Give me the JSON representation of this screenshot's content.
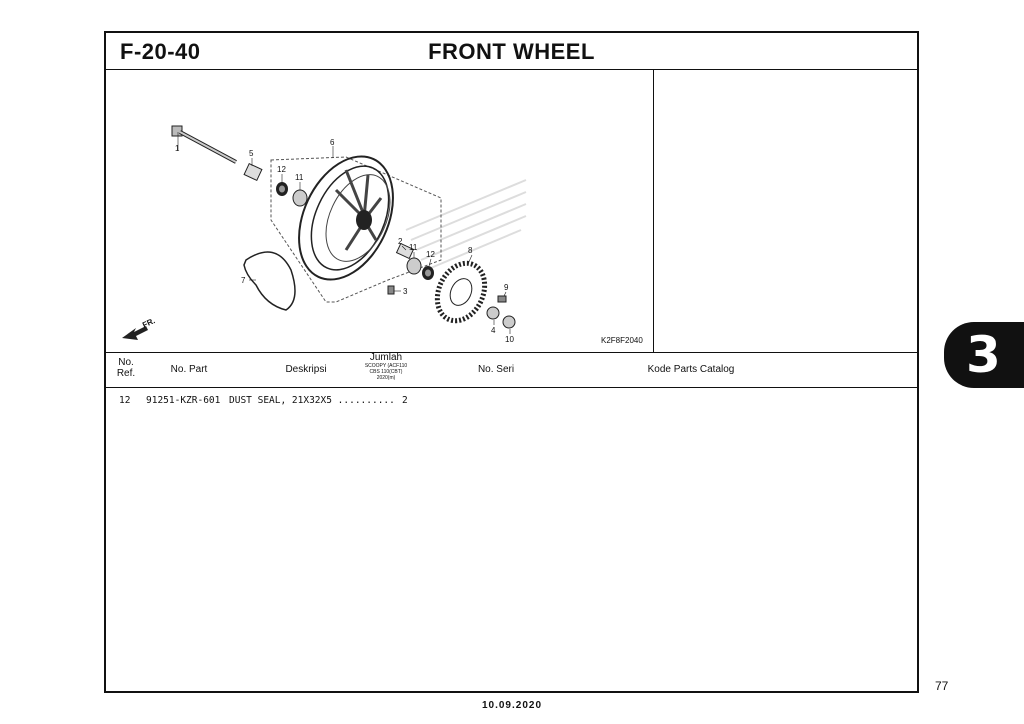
{
  "header": {
    "code": "F-20-40",
    "title": "FRONT WHEEL"
  },
  "diagram": {
    "callouts": [
      "1",
      "5",
      "6",
      "12",
      "11",
      "2",
      "11",
      "12",
      "8",
      "9",
      "7",
      "3",
      "4",
      "10"
    ],
    "direction_label": "FR.",
    "figure_code": "K2F8F2040"
  },
  "table": {
    "headers": {
      "no_ref": "No.\nRef.",
      "no_part": "No. Part",
      "deskripsi": "Deskripsi",
      "jumlah": "Jumlah",
      "jumlah_sub": [
        "SCOOPY (ACF110",
        "CBS 110(CBT)",
        "2020(m)"
      ],
      "no_seri": "No. Seri",
      "kode": "Kode Parts Catalog"
    },
    "rows": [
      {
        "ref": "12",
        "part_no": "91251-KZR-601",
        "description": "DUST SEAL, 21X32X5 ..........",
        "qty": "2"
      }
    ]
  },
  "footer": {
    "page_number": "77",
    "date": "10.09.2020",
    "section_tab": "3"
  }
}
